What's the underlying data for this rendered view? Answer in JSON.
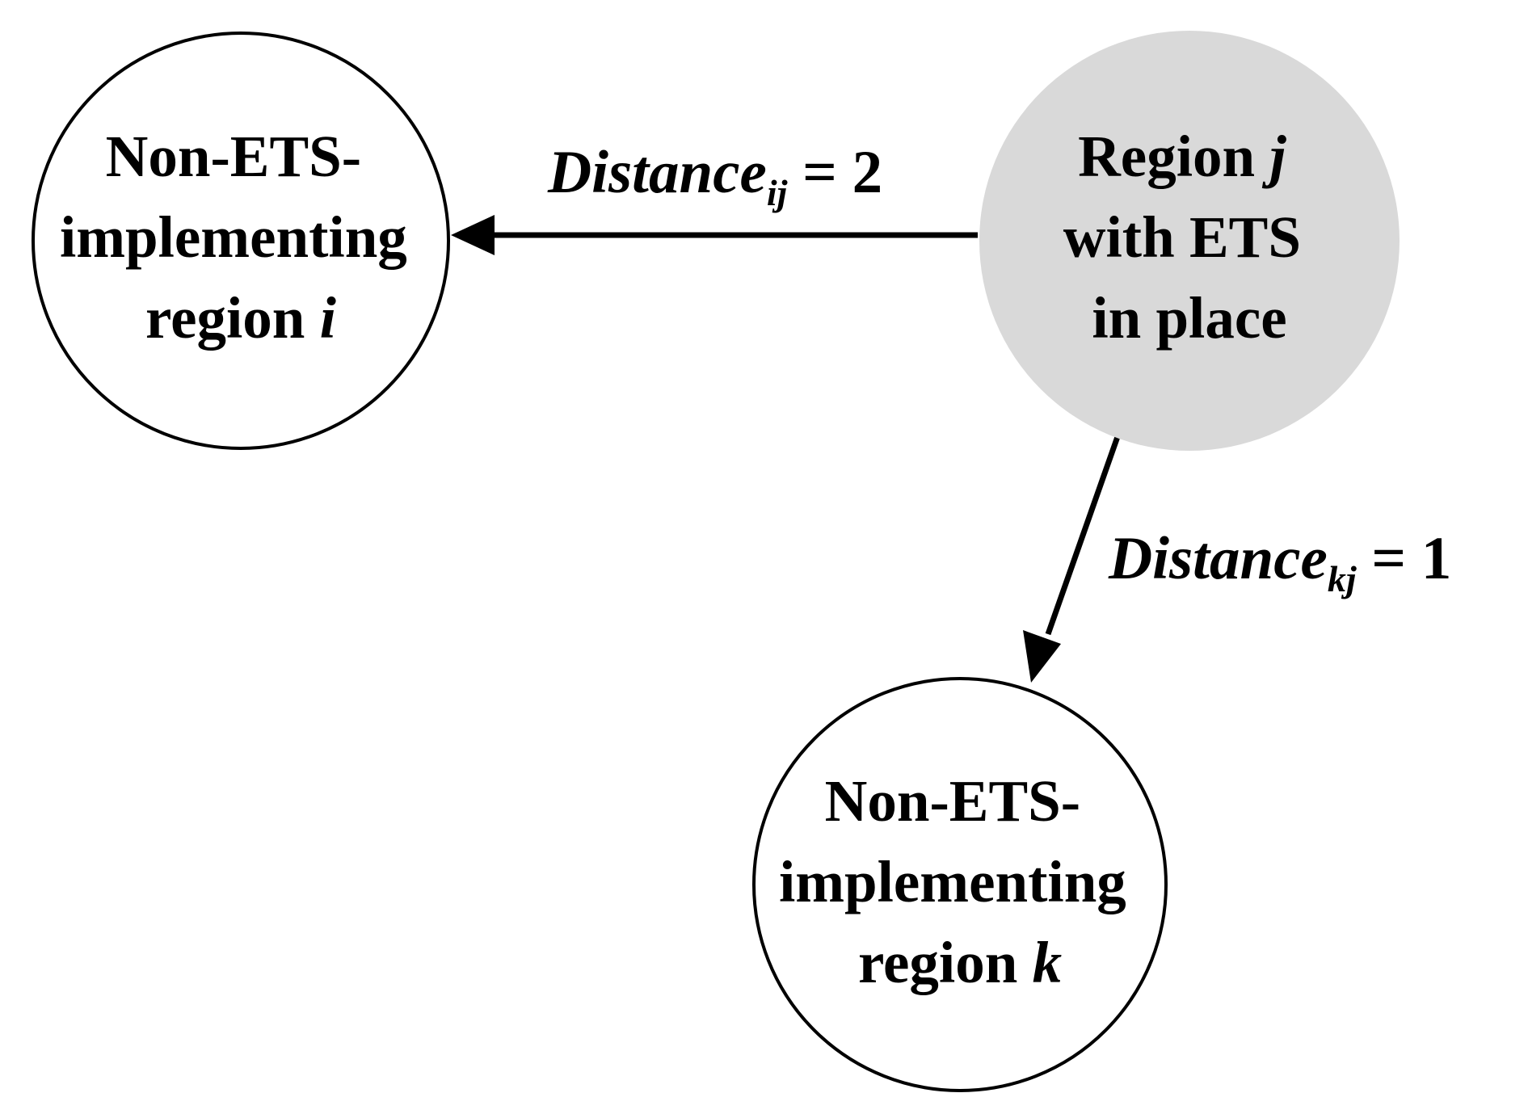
{
  "nodes": {
    "region_i": {
      "line1": "Non-ETS-",
      "line2": "implementing",
      "line3_text": "region ",
      "line3_var": "i"
    },
    "region_j": {
      "line1_text": "Region ",
      "line1_var": "j",
      "line2": "with ETS",
      "line3": "in place",
      "fill": "#d9d9d9"
    },
    "region_k": {
      "line1": "Non-ETS-",
      "line2": "implementing",
      "line3_text": "region ",
      "line3_var": "k"
    }
  },
  "edges": {
    "j_to_i": {
      "name": "Distance",
      "subscript": "ij",
      "value": " = 2"
    },
    "j_to_k": {
      "name": "Distance",
      "subscript": "kj",
      "value": " = 1"
    }
  },
  "colors": {
    "stroke": "#000000",
    "highlight_fill": "#d9d9d9",
    "node_fill": "#ffffff"
  }
}
